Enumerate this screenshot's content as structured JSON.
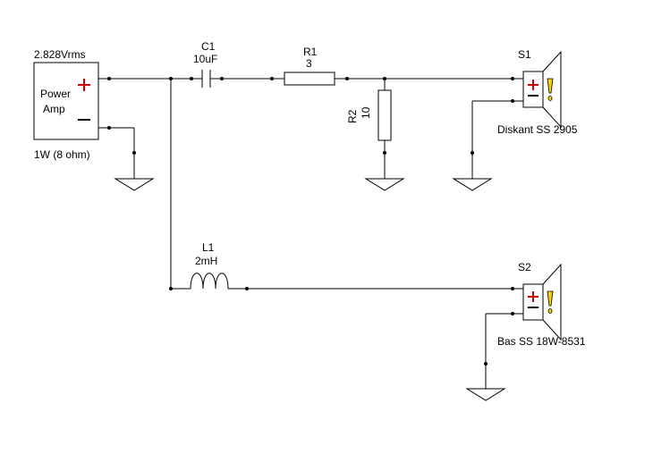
{
  "colors": {
    "wire": "#000000",
    "plus": "#cc0000",
    "warning": "#f5d000",
    "background": "#ffffff"
  },
  "amp": {
    "voltage": "2.828Vrms",
    "label_line1": "Power",
    "label_line2": "Amp",
    "rating": "1W (8 ohm)"
  },
  "c1": {
    "ref": "C1",
    "value": "10uF"
  },
  "r1": {
    "ref": "R1",
    "value": "3"
  },
  "r2": {
    "ref": "R2",
    "value": "10"
  },
  "l1": {
    "ref": "L1",
    "value": "2mH"
  },
  "s1": {
    "ref": "S1",
    "name": "Diskant SS 2905"
  },
  "s2": {
    "ref": "S2",
    "name": "Bas SS 18W-8531"
  }
}
